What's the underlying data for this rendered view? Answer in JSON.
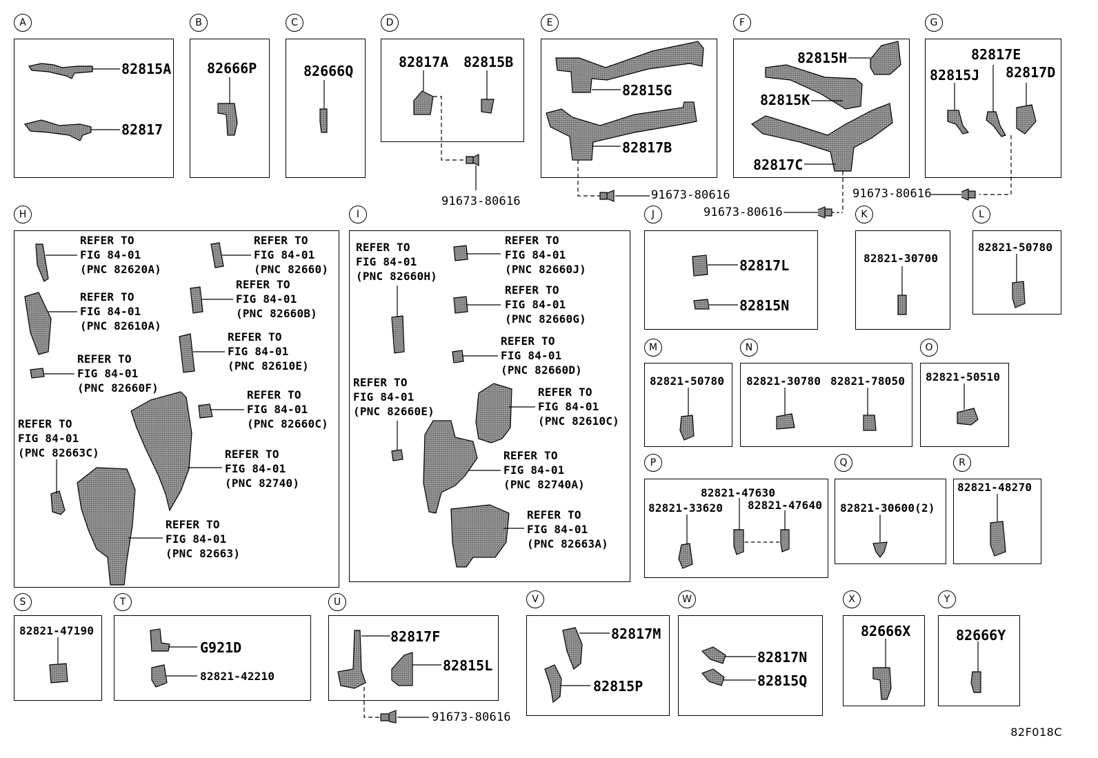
{
  "sections": {
    "A": {
      "label": "A",
      "parts": [
        "82815A",
        "82817"
      ]
    },
    "B": {
      "label": "B",
      "parts": [
        "82666P"
      ]
    },
    "C": {
      "label": "C",
      "parts": [
        "82666Q"
      ]
    },
    "D": {
      "label": "D",
      "parts": [
        "82817A",
        "82815B"
      ],
      "bolt": "91673-80616"
    },
    "E": {
      "label": "E",
      "parts": [
        "82815G",
        "82817B"
      ],
      "bolt": "91673-80616"
    },
    "F": {
      "label": "F",
      "parts": [
        "82815H",
        "82815K",
        "82817C"
      ],
      "bolt": "91673-80616"
    },
    "G": {
      "label": "G",
      "parts": [
        "82817E",
        "82815J",
        "82817D"
      ],
      "bolt": "91673-80616"
    },
    "H": {
      "label": "H",
      "refs": [
        "REFER TO\nFIG 84-01\n(PNC 82620A)",
        "REFER TO\nFIG 84-01\n(PNC 82660)",
        "REFER TO\nFIG 84-01\n(PNC 82610A)",
        "REFER TO\nFIG 84-01\n(PNC 82660B)",
        "REFER TO\nFIG 84-01\n(PNC 82610E)",
        "REFER TO\nFIG 84-01\n(PNC 82660F)",
        "REFER TO\nFIG 84-01\n(PNC 82660C)",
        "REFER TO\nFIG 84-01\n(PNC 82663C)",
        "REFER TO\nFIG 84-01\n(PNC 82740)",
        "REFER TO\nFIG 84-01\n(PNC 82663)"
      ]
    },
    "I": {
      "label": "I",
      "refs": [
        "REFER TO\nFIG 84-01\n(PNC 82660H)",
        "REFER TO\nFIG 84-01\n(PNC 82660J)",
        "REFER TO\nFIG 84-01\n(PNC 82660G)",
        "REFER TO\nFIG 84-01\n(PNC 82660D)",
        "REFER TO\nFIG 84-01\n(PNC 82660E)",
        "REFER TO\nFIG 84-01\n(PNC 82610C)",
        "REFER TO\nFIG 84-01\n(PNC 82740A)",
        "REFER TO\nFIG 84-01\n(PNC 82663A)"
      ]
    },
    "J": {
      "label": "J",
      "parts": [
        "82817L",
        "82815N"
      ]
    },
    "K": {
      "label": "K",
      "parts": [
        "82821-30700"
      ]
    },
    "L": {
      "label": "L",
      "parts": [
        "82821-50780"
      ]
    },
    "M": {
      "label": "M",
      "parts": [
        "82821-50780"
      ]
    },
    "N": {
      "label": "N",
      "parts": [
        "82821-30780",
        "82821-78050"
      ]
    },
    "O": {
      "label": "O",
      "parts": [
        "82821-50510"
      ]
    },
    "P": {
      "label": "P",
      "parts": [
        "82821-47630",
        "82821-33620",
        "82821-47640"
      ]
    },
    "Q": {
      "label": "Q",
      "parts": [
        "82821-30600(2)"
      ]
    },
    "R": {
      "label": "R",
      "parts": [
        "82821-48270"
      ]
    },
    "S": {
      "label": "S",
      "parts": [
        "82821-47190"
      ]
    },
    "T": {
      "label": "T",
      "parts": [
        "G921D",
        "82821-42210"
      ]
    },
    "U": {
      "label": "U",
      "parts": [
        "82817F",
        "82815L"
      ],
      "bolt": "91673-80616"
    },
    "V": {
      "label": "V",
      "parts": [
        "82817M",
        "82815P"
      ]
    },
    "W": {
      "label": "W",
      "parts": [
        "82817N",
        "82815Q"
      ]
    },
    "X": {
      "label": "X",
      "parts": [
        "82666X"
      ]
    },
    "Y": {
      "label": "Y",
      "parts": [
        "82666Y"
      ]
    }
  },
  "figure_code": "82F018C",
  "colors": {
    "line": "#000000",
    "part_fill": "#777777",
    "part_light": "#b8b8b8",
    "background": "#ffffff"
  }
}
